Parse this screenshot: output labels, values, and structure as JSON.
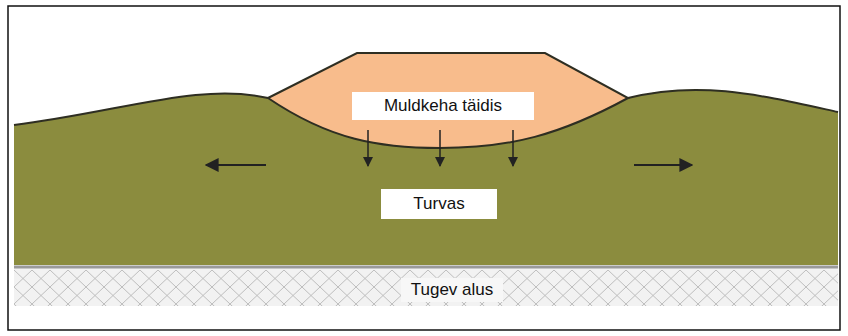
{
  "diagram": {
    "labels": [
      "Muldkeha täidis",
      "Turvas",
      "Tugev alus"
    ]
  }
}
